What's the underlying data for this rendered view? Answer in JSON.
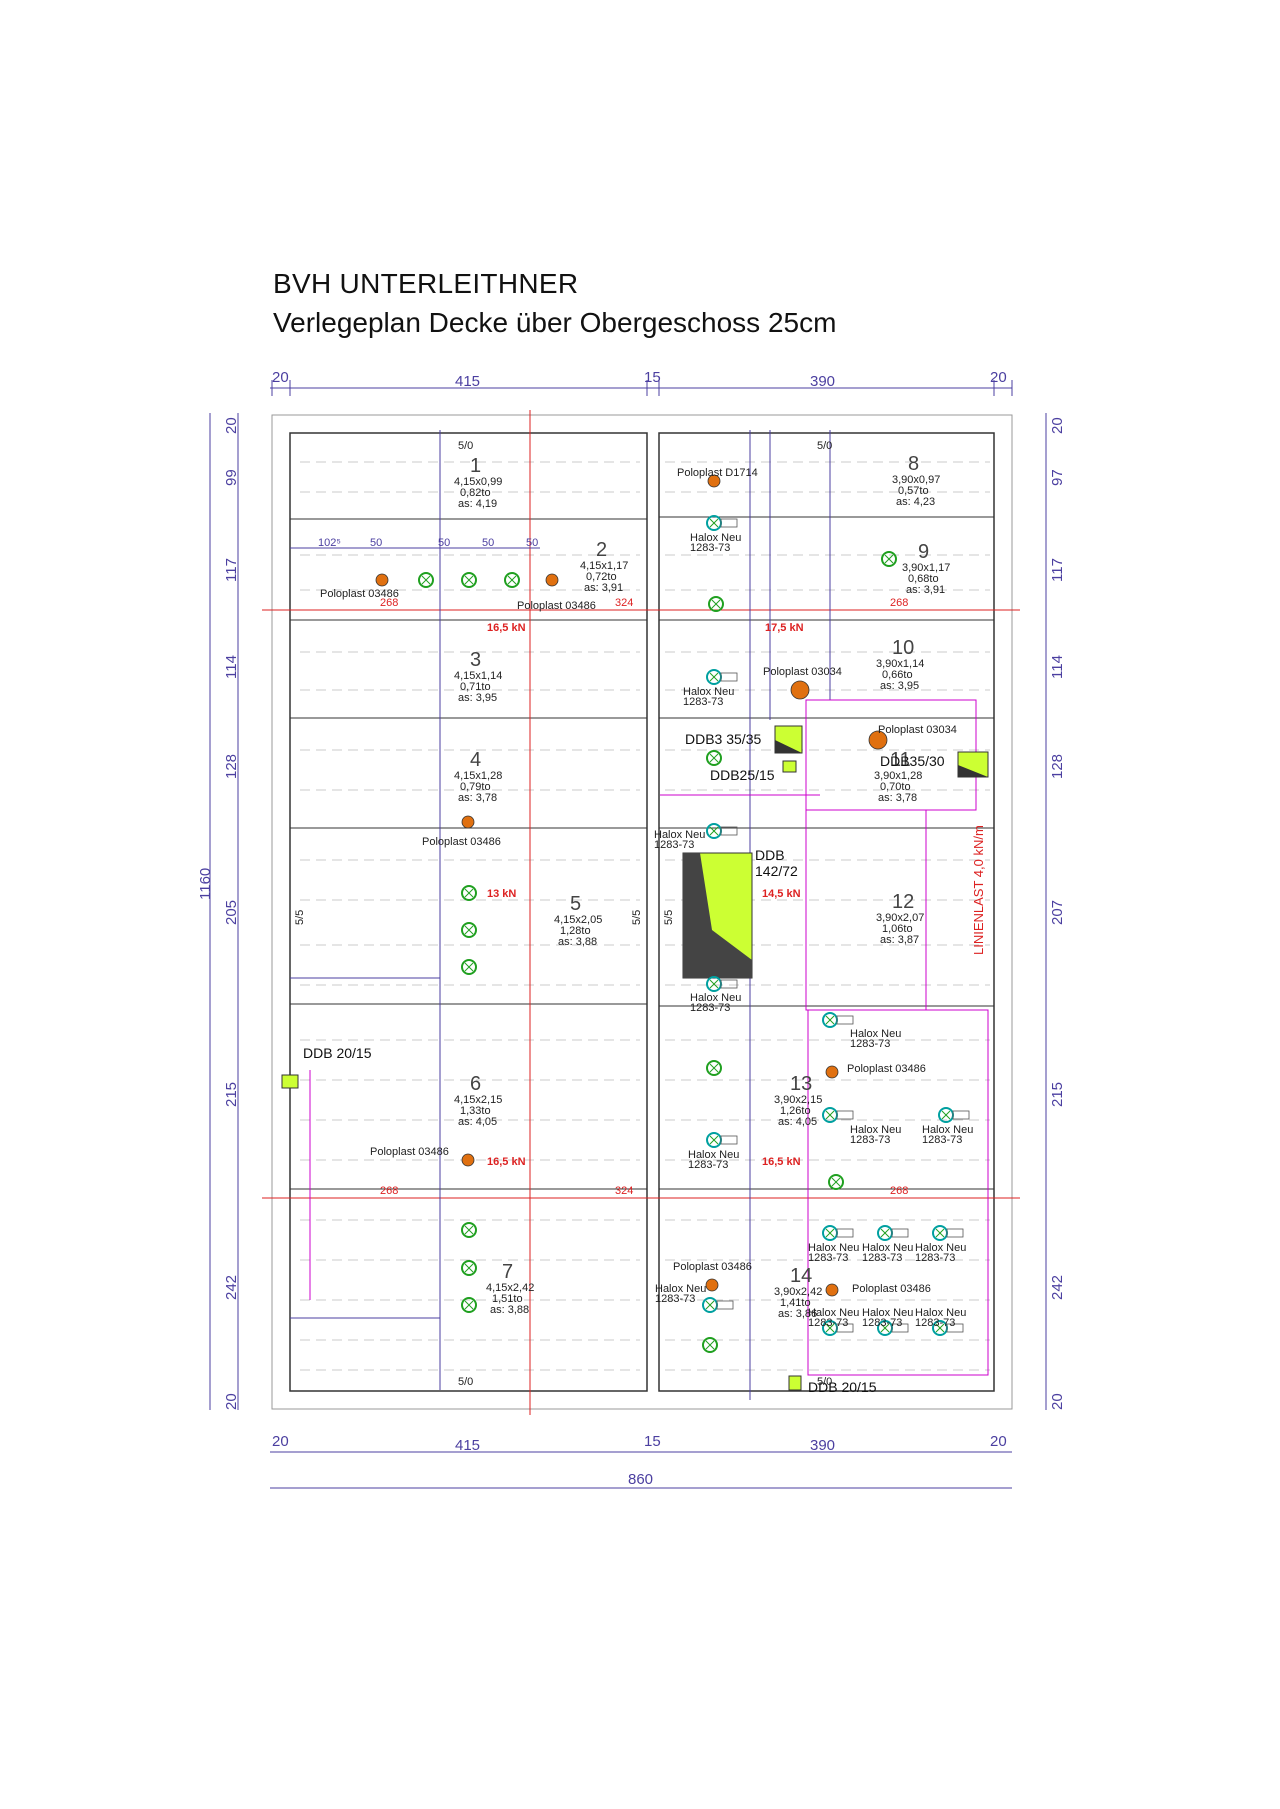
{
  "title": {
    "line1": "BVH UNTERLEITHNER",
    "line2": "Verlegeplan Decke über Obergeschoss 25cm"
  },
  "colors": {
    "dimension": "#4b3fa0",
    "load": "#d22222",
    "rebar": "#cc00cc",
    "insert": "#e07010",
    "ddb": "#ccff33",
    "halox": "#00a0a0",
    "cross": "#20a020"
  },
  "dims": {
    "top": [
      "20",
      "415",
      "15",
      "390",
      "20"
    ],
    "bottom": [
      "20",
      "415",
      "15",
      "390",
      "20"
    ],
    "total_width": "860",
    "total_height": "1160",
    "left": [
      "20",
      "99",
      "117",
      "114",
      "128",
      "205",
      "215",
      "242",
      "20"
    ],
    "right": [
      "20",
      "97",
      "117",
      "114",
      "128",
      "207",
      "215",
      "242",
      "20"
    ]
  },
  "panels": [
    {
      "num": "1",
      "size": "4,15x0,99",
      "weight": "0,82to",
      "as": "as: 4,19"
    },
    {
      "num": "2",
      "size": "4,15x1,17",
      "weight": "0,72to",
      "as": "as: 3,91"
    },
    {
      "num": "3",
      "size": "4,15x1,14",
      "weight": "0,71to",
      "as": "as: 3,95"
    },
    {
      "num": "4",
      "size": "4,15x1,28",
      "weight": "0,79to",
      "as": "as: 3,78"
    },
    {
      "num": "5",
      "size": "4,15x2,05",
      "weight": "1,28to",
      "as": "as: 3,88"
    },
    {
      "num": "6",
      "size": "4,15x2,15",
      "weight": "1,33to",
      "as": "as: 4,05"
    },
    {
      "num": "7",
      "size": "4,15x2,42",
      "weight": "1,51to",
      "as": "as: 3,88"
    },
    {
      "num": "8",
      "size": "3,90x0,97",
      "weight": "0,57to",
      "as": "as: 4,23"
    },
    {
      "num": "9",
      "size": "3,90x1,17",
      "weight": "0,68to",
      "as": "as: 3,91"
    },
    {
      "num": "10",
      "size": "3,90x1,14",
      "weight": "0,66to",
      "as": "as: 3,95"
    },
    {
      "num": "11",
      "size": "3,90x1,28",
      "weight": "0,70to",
      "as": "as: 3,78"
    },
    {
      "num": "12",
      "size": "3,90x2,07",
      "weight": "1,06to",
      "as": "as: 3,87"
    },
    {
      "num": "13",
      "size": "3,90x2,15",
      "weight": "1,26to",
      "as": "as: 4,05"
    },
    {
      "num": "14",
      "size": "3,90x2,42",
      "weight": "1,41to",
      "as": "as: 3,86"
    }
  ],
  "loads": {
    "l1": "16,5 kN",
    "l2": "17,5 kN",
    "l3": "13 kN",
    "l4": "14,5 kN",
    "l5": "16,5 kN",
    "l6": "16,5 kN",
    "line": "LINIENLAST 4,0 kN/m"
  },
  "openings": {
    "o1": "DDB3 35/35",
    "o2": "DDB25/15",
    "o3": "DDB35/30",
    "o4a": "DDB",
    "o4b": "142/72",
    "o5": "DDB 20/15",
    "o6": "DDB 20/15"
  },
  "parts": {
    "polo1": "Poloplast D1714",
    "polo2": "Poloplast 03486",
    "polo3": "Poloplast 03486",
    "polo4": "Poloplast 03034",
    "polo5": "Poloplast 03034",
    "polo6": "Poloplast 03486",
    "polo7": "Poloplast 03486",
    "polo8": "Poloplast 03486",
    "polo9": "Poloplast 03486",
    "polo10": "Poloplast 03486",
    "halox": "Halox Neu",
    "halox_code": "1283-73"
  },
  "marks": {
    "s50": "50",
    "s102": "102⁵",
    "s268": "268",
    "s324": "324",
    "s50_": "5/0",
    "s55": "5/5"
  }
}
